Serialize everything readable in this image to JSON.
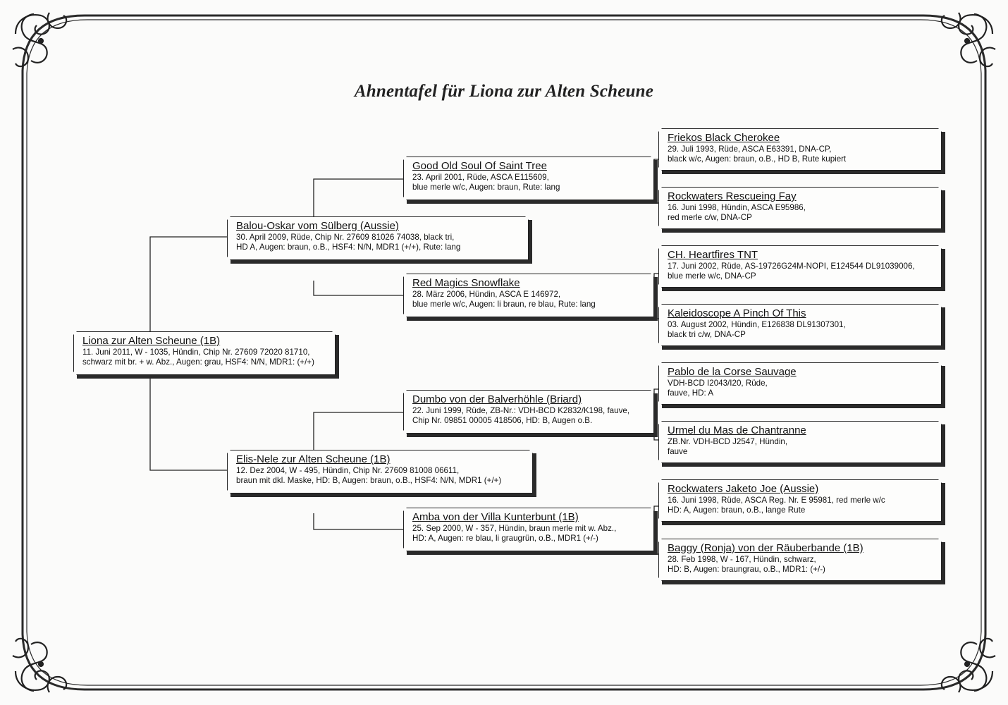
{
  "title": "Ahnentafel für Liona zur Alten Scheune",
  "pedigree": {
    "subject": {
      "name": "Liona zur Alten Scheune (1B)",
      "lines": [
        "11. Juni 2011, W - 1035, Hündin, Chip Nr. 27609 72020 81710,",
        "schwarz mit br. + w. Abz., Augen: grau, HSF4: N/N, MDR1: (+/+)"
      ]
    },
    "sire": {
      "name": "Balou-Oskar vom Sülberg (Aussie)",
      "lines": [
        "30. April 2009, Rüde, Chip Nr. 27609 81026 74038, black tri,",
        "HD A, Augen: braun, o.B., HSF4: N/N, MDR1 (+/+), Rute: lang"
      ]
    },
    "dam": {
      "name": "Elis-Nele zur Alten Scheune (1B)",
      "lines": [
        "12. Dez 2004, W - 495, Hündin, Chip Nr. 27609 81008 06611,",
        "braun mit dkl. Maske, HD: B, Augen: braun, o.B., HSF4: N/N, MDR1 (+/+)"
      ]
    },
    "sire_sire": {
      "name": "Good Old Soul Of Saint Tree",
      "lines": [
        "23. April 2001, Rüde, ASCA E115609,",
        "blue merle w/c, Augen: braun, Rute: lang"
      ]
    },
    "sire_dam": {
      "name": "Red Magics Snowflake",
      "lines": [
        "28. März 2006, Hündin, ASCA E 146972,",
        "blue merle w/c, Augen: li braun, re blau, Rute: lang"
      ]
    },
    "dam_sire": {
      "name": "Dumbo von der Balverhöhle (Briard)",
      "lines": [
        "22. Juni 1999, Rüde, ZB-Nr.: VDH-BCD K2832/K198, fauve,",
        "Chip Nr. 09851 00005 418506, HD: B, Augen o.B."
      ]
    },
    "dam_dam": {
      "name": "Amba von der Villa Kunterbunt (1B)",
      "lines": [
        "25. Sep 2000, W - 357, Hündin, braun merle mit w. Abz.,",
        "HD: A, Augen: re blau, li graugrün, o.B., MDR1 (+/-)"
      ]
    },
    "ss_sire": {
      "name": "Friekos Black Cherokee",
      "lines": [
        "29. Juli 1993, Rüde, ASCA E63391, DNA-CP,",
        "black w/c, Augen: braun, o.B., HD B, Rute kupiert"
      ]
    },
    "ss_dam": {
      "name": "Rockwaters Rescueing Fay",
      "lines": [
        "16. Juni 1998, Hündin, ASCA E95986,",
        "red merle c/w, DNA-CP"
      ]
    },
    "sd_sire": {
      "name": "CH. Heartfires TNT",
      "lines": [
        "17. Juni 2002, Rüde, AS-19726G24M-NOPI, E124544 DL91039006,",
        "blue merle w/c, DNA-CP"
      ]
    },
    "sd_dam": {
      "name": "Kaleidoscope A Pinch Of This",
      "lines": [
        "03. August 2002, Hündin, E126838 DL91307301,",
        "black tri c/w, DNA-CP"
      ]
    },
    "ds_sire": {
      "name": "Pablo de la Corse Sauvage",
      "lines": [
        "VDH-BCD I2043/I20, Rüde,",
        "fauve, HD: A"
      ]
    },
    "ds_dam": {
      "name": "Urmel du Mas de Chantranne",
      "lines": [
        "ZB.Nr. VDH-BCD J2547, Hündin,",
        "fauve"
      ]
    },
    "dd_sire": {
      "name": "Rockwaters Jaketo Joe (Aussie)",
      "lines": [
        "16. Juni 1998, Rüde, ASCA Reg. Nr. E 95981, red merle w/c",
        "HD: A, Augen: braun, o.B., lange Rute"
      ]
    },
    "dd_dam": {
      "name": "Baggy (Ronja) von der Räuberbande (1B)",
      "lines": [
        "28. Feb 1998, W - 167, Hündin, schwarz,",
        "HD: B, Augen: braungrau, o.B., MDR1: (+/-)"
      ]
    }
  }
}
